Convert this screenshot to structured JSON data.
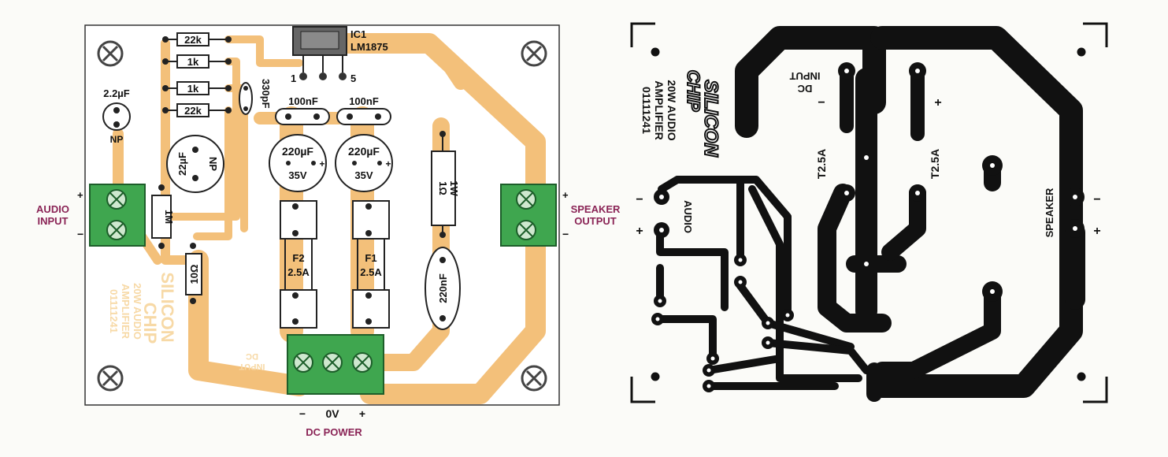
{
  "overlay": {
    "ic_ref": "IC1",
    "ic_part": "LM1875",
    "ic_pin1": "1",
    "ic_pin5": "5",
    "r_22k_a": "22k",
    "r_1k_a": "1k",
    "r_1k_b": "1k",
    "r_22k_b": "22k",
    "cap_330pf": "330pF",
    "cap_2u2": "2.2µF",
    "cap_2u2_np": "NP",
    "cap_22u": "22µF",
    "cap_22u_np": "NP",
    "cap_100n_a": "100nF",
    "cap_100n_b": "100nF",
    "cap_220u_a": "220µF",
    "cap_220u_a_v": "35V",
    "cap_220u_b": "220µF",
    "cap_220u_b_v": "35V",
    "res_1ohm": "1Ω",
    "res_1ohm_w": "1W",
    "res_1m": "1M",
    "res_10ohm": "10Ω",
    "fuse_f2": "F2",
    "fuse_f2_rating": "2.5A",
    "fuse_f1": "F1",
    "fuse_f1_rating": "2.5A",
    "cap_220n": "220nF",
    "dc_input_1": "DC",
    "dc_input_2": "INPUT",
    "audio_input_1": "AUDIO",
    "audio_input_2": "INPUT",
    "speaker_output_1": "SPEAKER",
    "speaker_output_2": "OUTPUT",
    "plus": "+",
    "minus": "−",
    "dc_minus": "−",
    "dc_zero": "0V",
    "dc_plus": "+",
    "dc_power": "DC POWER",
    "silk_brand_1": "SILICON",
    "silk_brand_2": "CHIP",
    "silk_title_1": "20W AUDIO",
    "silk_title_2": "AMPLIFIER",
    "silk_code": "01111241"
  },
  "pcb": {
    "brand_1": "SILICON",
    "brand_2": "CHIP",
    "title_1": "20W AUDIO",
    "title_2": "AMPLIFIER",
    "code": "01111241",
    "dc_1": "DC",
    "dc_2": "INPUT",
    "minus": "−",
    "plus": "+",
    "fuse_a": "T2.5A",
    "fuse_b": "T2.5A",
    "audio": "AUDIO",
    "speaker": "SPEAKER",
    "audio_minus": "−",
    "audio_plus": "+",
    "spk_minus": "−",
    "spk_plus": "+"
  },
  "colors": {
    "copper_overlay": "#f3c07a",
    "copper_art": "#111111",
    "terminal_green": "#3fa64f",
    "label_purple": "#8a2456"
  }
}
